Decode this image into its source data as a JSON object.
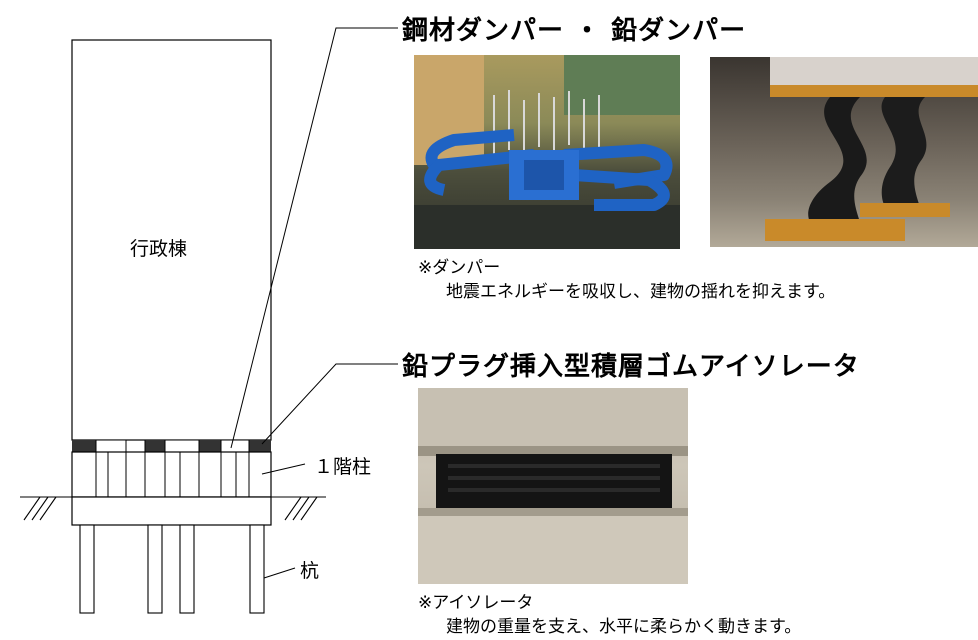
{
  "labels": {
    "building": "行政棟",
    "column": "１階柱",
    "pile": "杭"
  },
  "damper": {
    "heading": "鋼材ダンパー ・ 鉛ダンパー",
    "note_title": "※ダンパー",
    "note_text": "地震エネルギーを吸収し、建物の揺れを抑えます。"
  },
  "isolator": {
    "heading": "鉛プラグ挿入型積層ゴムアイソレータ",
    "note_title": "※アイソレータ",
    "note_text": "建物の重量を支え、水平に柔らかく動きます。"
  },
  "colors": {
    "line": "#000000",
    "damper_blue": "#1f63c4",
    "lead_black": "#1a1a1a",
    "concrete": "#c9c2b4"
  }
}
